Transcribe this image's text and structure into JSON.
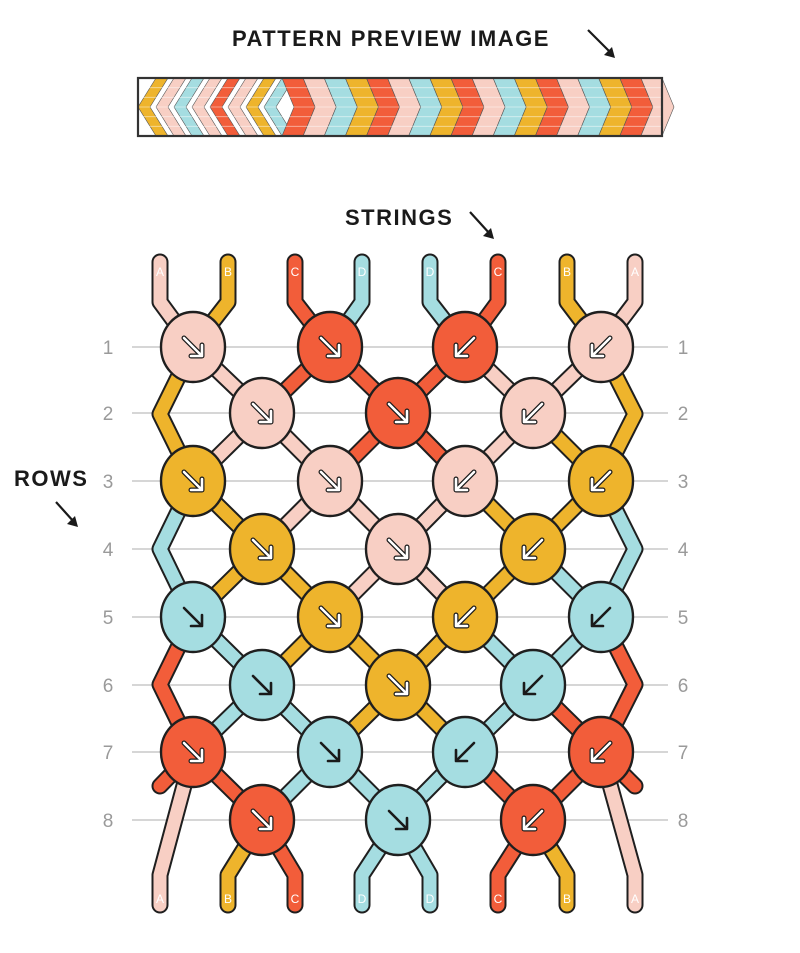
{
  "labels": {
    "preview": "PATTERN PREVIEW IMAGE",
    "strings": "STRINGS",
    "rows": "ROWS"
  },
  "colors": {
    "A": "#f8cfc4",
    "B": "#eeb42c",
    "C": "#f25d3a",
    "D": "#a5dde1",
    "outline": "#1f1f1f",
    "row_line": "#c8c8c8",
    "row_number": "#9a9a9a"
  },
  "strings_top": [
    "A",
    "B",
    "C",
    "D",
    "D",
    "C",
    "B",
    "A"
  ],
  "strings_bottom": [
    "A",
    "B",
    "C",
    "D",
    "D",
    "C",
    "B",
    "A"
  ],
  "rows": [
    {
      "label": "1",
      "knots": [
        {
          "color": "A",
          "dir": "right"
        },
        {
          "color": "C",
          "dir": "right"
        },
        {
          "color": "C",
          "dir": "left"
        },
        {
          "color": "A",
          "dir": "left"
        }
      ]
    },
    {
      "label": "2",
      "knots": [
        {
          "color": "A",
          "dir": "right"
        },
        {
          "color": "C",
          "dir": "right"
        },
        {
          "color": "A",
          "dir": "left"
        }
      ]
    },
    {
      "label": "3",
      "knots": [
        {
          "color": "B",
          "dir": "right"
        },
        {
          "color": "A",
          "dir": "right"
        },
        {
          "color": "A",
          "dir": "left"
        },
        {
          "color": "B",
          "dir": "left"
        }
      ]
    },
    {
      "label": "4",
      "knots": [
        {
          "color": "B",
          "dir": "right"
        },
        {
          "color": "A",
          "dir": "right"
        },
        {
          "color": "B",
          "dir": "left"
        }
      ]
    },
    {
      "label": "5",
      "knots": [
        {
          "color": "D",
          "dir": "right"
        },
        {
          "color": "B",
          "dir": "right"
        },
        {
          "color": "B",
          "dir": "left"
        },
        {
          "color": "D",
          "dir": "left"
        }
      ]
    },
    {
      "label": "6",
      "knots": [
        {
          "color": "D",
          "dir": "right"
        },
        {
          "color": "B",
          "dir": "right"
        },
        {
          "color": "D",
          "dir": "left"
        }
      ]
    },
    {
      "label": "7",
      "knots": [
        {
          "color": "C",
          "dir": "right"
        },
        {
          "color": "D",
          "dir": "right"
        },
        {
          "color": "D",
          "dir": "left"
        },
        {
          "color": "C",
          "dir": "left"
        }
      ]
    },
    {
      "label": "8",
      "knots": [
        {
          "color": "C",
          "dir": "right"
        },
        {
          "color": "D",
          "dir": "right"
        },
        {
          "color": "C",
          "dir": "left"
        }
      ]
    }
  ],
  "preview_chevrons": {
    "left_half_colors": [
      "B",
      "A",
      "D",
      "A",
      "C",
      "A",
      "B",
      "D"
    ],
    "right_half_colors": [
      "C",
      "A",
      "D",
      "B",
      "C",
      "A",
      "D",
      "B",
      "C",
      "A",
      "D",
      "B",
      "C",
      "A",
      "D",
      "B",
      "C",
      "A"
    ]
  }
}
